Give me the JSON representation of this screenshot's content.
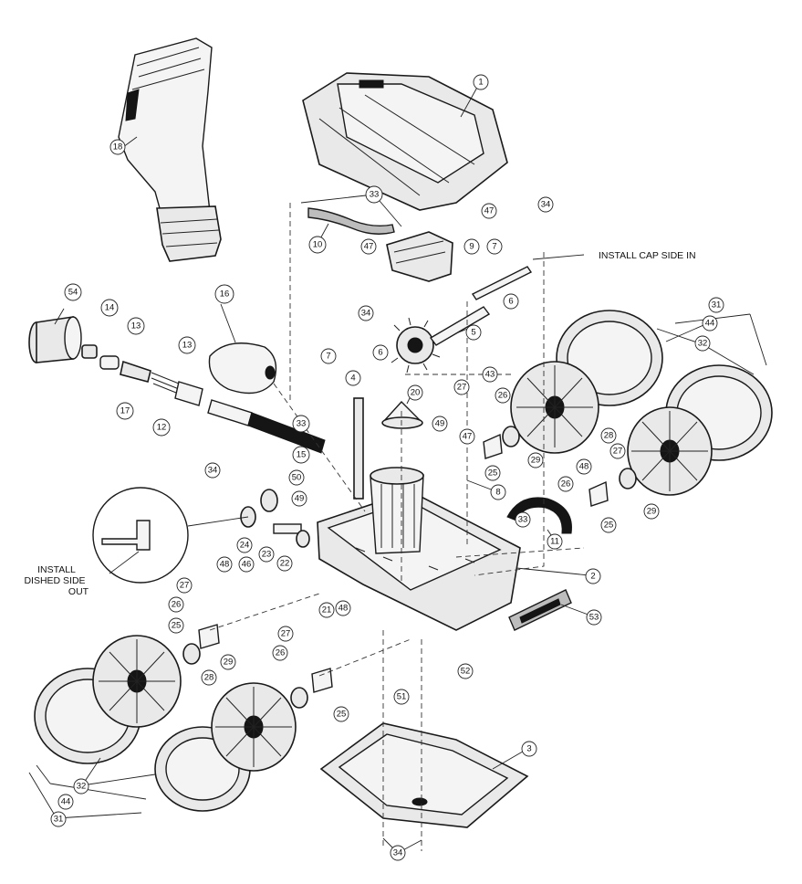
{
  "notes": {
    "install_cap": "INSTALL CAP SIDE IN",
    "install_dished_line1": "INSTALL",
    "install_dished_line2": "DISHED SIDE",
    "install_dished_line3": "OUT"
  },
  "callouts": [
    {
      "id": "1",
      "label": "1"
    },
    {
      "id": "2",
      "label": "2"
    },
    {
      "id": "3",
      "label": "3"
    },
    {
      "id": "4",
      "label": "4"
    },
    {
      "id": "5",
      "label": "5"
    },
    {
      "id": "6a",
      "label": "6"
    },
    {
      "id": "6b",
      "label": "6"
    },
    {
      "id": "7a",
      "label": "7"
    },
    {
      "id": "7b",
      "label": "7"
    },
    {
      "id": "8",
      "label": "8"
    },
    {
      "id": "9",
      "label": "9"
    },
    {
      "id": "10",
      "label": "10"
    },
    {
      "id": "11",
      "label": "11"
    },
    {
      "id": "12",
      "label": "12"
    },
    {
      "id": "13a",
      "label": "13"
    },
    {
      "id": "13b",
      "label": "13"
    },
    {
      "id": "14",
      "label": "14"
    },
    {
      "id": "15",
      "label": "15"
    },
    {
      "id": "16",
      "label": "16"
    },
    {
      "id": "17",
      "label": "17"
    },
    {
      "id": "18",
      "label": "18"
    },
    {
      "id": "20",
      "label": "20"
    },
    {
      "id": "21",
      "label": "21"
    },
    {
      "id": "22",
      "label": "22"
    },
    {
      "id": "23",
      "label": "23"
    },
    {
      "id": "24",
      "label": "24"
    },
    {
      "id": "25a",
      "label": "25"
    },
    {
      "id": "25b",
      "label": "25"
    },
    {
      "id": "25c",
      "label": "25"
    },
    {
      "id": "25d",
      "label": "25"
    },
    {
      "id": "26a",
      "label": "26"
    },
    {
      "id": "26b",
      "label": "26"
    },
    {
      "id": "26c",
      "label": "26"
    },
    {
      "id": "26d",
      "label": "26"
    },
    {
      "id": "27a",
      "label": "27"
    },
    {
      "id": "27b",
      "label": "27"
    },
    {
      "id": "27c",
      "label": "27"
    },
    {
      "id": "27d",
      "label": "27"
    },
    {
      "id": "28a",
      "label": "28"
    },
    {
      "id": "28b",
      "label": "28"
    },
    {
      "id": "29a",
      "label": "29"
    },
    {
      "id": "29b",
      "label": "29"
    },
    {
      "id": "29c",
      "label": "29"
    },
    {
      "id": "29d",
      "label": "29"
    },
    {
      "id": "31a",
      "label": "31"
    },
    {
      "id": "31b",
      "label": "31"
    },
    {
      "id": "32a",
      "label": "32"
    },
    {
      "id": "32b",
      "label": "32"
    },
    {
      "id": "33a",
      "label": "33"
    },
    {
      "id": "33b",
      "label": "33"
    },
    {
      "id": "33c",
      "label": "33"
    },
    {
      "id": "34a",
      "label": "34"
    },
    {
      "id": "34b",
      "label": "34"
    },
    {
      "id": "34c",
      "label": "34"
    },
    {
      "id": "34d",
      "label": "34"
    },
    {
      "id": "43",
      "label": "43"
    },
    {
      "id": "44a",
      "label": "44"
    },
    {
      "id": "44b",
      "label": "44"
    },
    {
      "id": "46",
      "label": "46"
    },
    {
      "id": "47a",
      "label": "47"
    },
    {
      "id": "47b",
      "label": "47"
    },
    {
      "id": "47c",
      "label": "47"
    },
    {
      "id": "48a",
      "label": "48"
    },
    {
      "id": "48b",
      "label": "48"
    },
    {
      "id": "48c",
      "label": "48"
    },
    {
      "id": "49a",
      "label": "49"
    },
    {
      "id": "49b",
      "label": "49"
    },
    {
      "id": "50",
      "label": "50"
    },
    {
      "id": "51",
      "label": "51"
    },
    {
      "id": "52",
      "label": "52"
    },
    {
      "id": "53",
      "label": "53"
    },
    {
      "id": "54",
      "label": "54"
    }
  ]
}
